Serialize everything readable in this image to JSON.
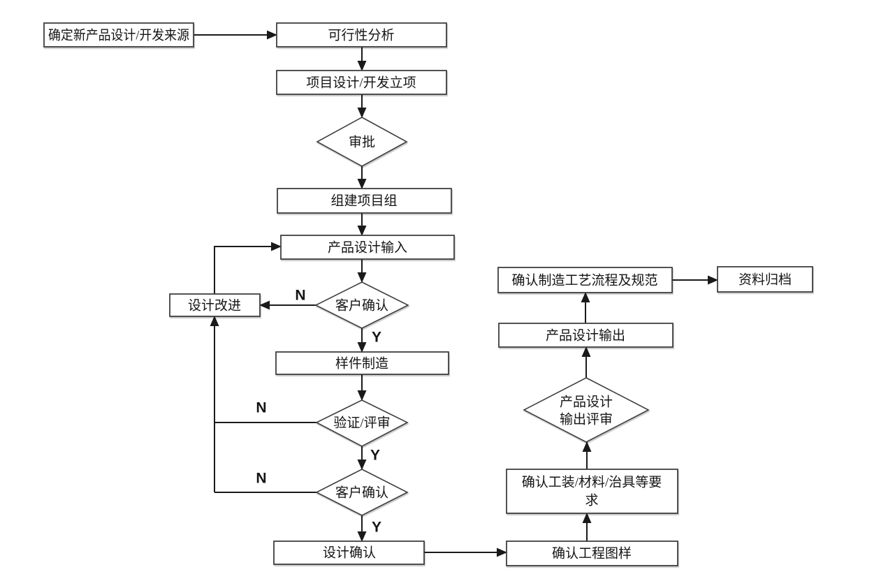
{
  "diagram": {
    "type": "flowchart",
    "background_color": "#ffffff",
    "line_color": "#1a1a1a",
    "box_border_color": "#3f3f3f",
    "nodes": {
      "source": {
        "shape": "rect",
        "label": "确定新产品设计/开发来源"
      },
      "feasibility": {
        "shape": "rect",
        "label": "可行性分析"
      },
      "initiation": {
        "shape": "rect",
        "label": "项目设计/开发立项"
      },
      "approval": {
        "shape": "diamond",
        "label": "审批"
      },
      "team": {
        "shape": "rect",
        "label": "组建项目组"
      },
      "design_input": {
        "shape": "rect",
        "label": "产品设计输入"
      },
      "customer_confirm_1": {
        "shape": "diamond",
        "label": "客户确认"
      },
      "design_improve": {
        "shape": "rect",
        "label": "设计改进"
      },
      "sample": {
        "shape": "rect",
        "label": "样件制造"
      },
      "verify": {
        "shape": "diamond",
        "label": "验证/评审"
      },
      "customer_confirm_2": {
        "shape": "diamond",
        "label": "客户确认"
      },
      "design_confirm": {
        "shape": "rect",
        "label": "设计确认"
      },
      "drawings": {
        "shape": "rect",
        "label": "确认工程图样"
      },
      "tooling": {
        "shape": "rect",
        "label": "确认工装/材料/治具等要求",
        "line1": "确认工装/材料/治具等要",
        "line2": "求"
      },
      "output_review": {
        "shape": "diamond",
        "label": "产品设计输出评审",
        "line1": "产品设计",
        "line2": "输出评审"
      },
      "design_output": {
        "shape": "rect",
        "label": "产品设计输出"
      },
      "process_spec": {
        "shape": "rect",
        "label": "确认制造工艺流程及规范"
      },
      "archive": {
        "shape": "rect",
        "label": "资料归档"
      }
    },
    "branch_labels": {
      "yes": "Y",
      "no": "N"
    },
    "edges": [
      {
        "from": "source",
        "to": "feasibility"
      },
      {
        "from": "feasibility",
        "to": "initiation"
      },
      {
        "from": "initiation",
        "to": "approval"
      },
      {
        "from": "approval",
        "to": "team"
      },
      {
        "from": "team",
        "to": "design_input"
      },
      {
        "from": "design_input",
        "to": "customer_confirm_1"
      },
      {
        "from": "customer_confirm_1",
        "to": "design_improve",
        "label": "N"
      },
      {
        "from": "customer_confirm_1",
        "to": "sample",
        "label": "Y"
      },
      {
        "from": "sample",
        "to": "verify"
      },
      {
        "from": "verify",
        "to": "design_improve",
        "label": "N"
      },
      {
        "from": "verify",
        "to": "customer_confirm_2",
        "label": "Y"
      },
      {
        "from": "customer_confirm_2",
        "to": "design_improve",
        "label": "N"
      },
      {
        "from": "customer_confirm_2",
        "to": "design_confirm",
        "label": "Y"
      },
      {
        "from": "design_improve",
        "to": "design_input"
      },
      {
        "from": "design_confirm",
        "to": "drawings"
      },
      {
        "from": "drawings",
        "to": "tooling"
      },
      {
        "from": "tooling",
        "to": "output_review"
      },
      {
        "from": "output_review",
        "to": "design_output"
      },
      {
        "from": "design_output",
        "to": "process_spec"
      },
      {
        "from": "process_spec",
        "to": "archive"
      }
    ]
  }
}
